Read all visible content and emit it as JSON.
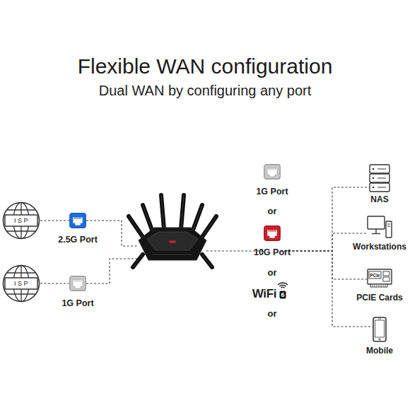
{
  "diagram": {
    "title": "Flexible WAN configuration",
    "nodes": [
      {
        "text": [
          "ISP"
        ]
      },
      {
        "text": [
          "ISP"
        ]
      },
      {
        "text": [
          "2.5G Port"
        ]
      },
      {
        "text": [
          "1G Port"
        ]
      },
      {
        "text": []
      },
      {
        "text": [
          "1G Port"
        ]
      },
      {
        "text": [
          "10G Port"
        ]
      },
      {
        "text": [
          "NAS"
        ]
      },
      {
        "text": [
          "Workstations"
        ]
      },
      {
        "text": [
          "PCIe",
          "PCIE Cards"
        ]
      },
      {
        "text": [
          "Mobile"
        ]
      }
    ],
    "edges": [
      {
        "from": 0,
        "to": 2,
        "arrow": "none"
      },
      {
        "from": 1,
        "to": 3,
        "arrow": "none"
      },
      {
        "from": 2,
        "to": 4,
        "arrow": "none"
      },
      {
        "from": 3,
        "to": 4,
        "arrow": "none"
      },
      {
        "from": 4,
        "to": 6,
        "arrow": "none"
      },
      {
        "from": 6,
        "to": 7,
        "arrow": "none"
      },
      {
        "from": 6,
        "to": 8,
        "arrow": "none"
      },
      {
        "from": 6,
        "to": 9,
        "arrow": "none"
      },
      {
        "from": 6,
        "to": 10,
        "arrow": "none"
      }
    ],
    "labels": [
      "Dual WAN by configuring any port",
      "or",
      "or",
      "WiFi",
      "6",
      "or"
    ]
  }
}
